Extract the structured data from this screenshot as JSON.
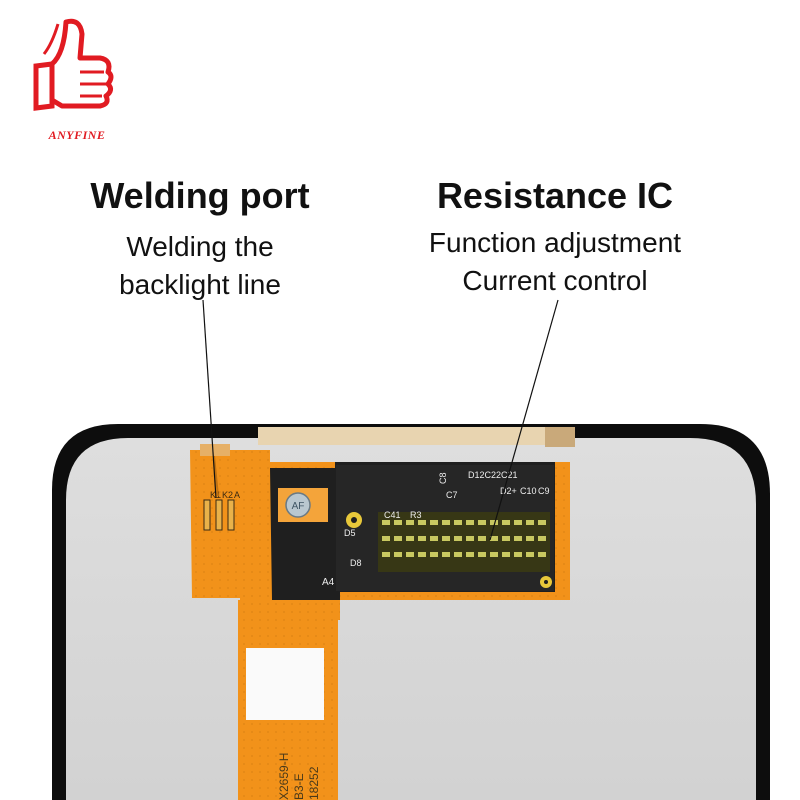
{
  "brand": {
    "name": "ANYFINE",
    "color": "#e11b22"
  },
  "callouts": [
    {
      "title": "Welding port",
      "lines": [
        "Welding the",
        "backlight line"
      ]
    },
    {
      "title": "Resistance IC",
      "lines": [
        "Function adjustment",
        "Current control"
      ]
    }
  ],
  "pcb_markings": {
    "badge": "AF",
    "part_code": "A4",
    "cable_code": "X2659-H",
    "cable_code_2": "B3-E",
    "cable_date": "18252",
    "components": [
      "D12C22C21",
      "C8",
      "C7",
      "C41",
      "R3",
      "D5",
      "D8",
      "D2+",
      "C10",
      "C9",
      "K2",
      "K1",
      "A"
    ]
  },
  "colors": {
    "flex": "#f2921a",
    "panel": "#d9d9d9",
    "frame": "#0d0d0d",
    "chip_area": "#1a1a1a"
  }
}
